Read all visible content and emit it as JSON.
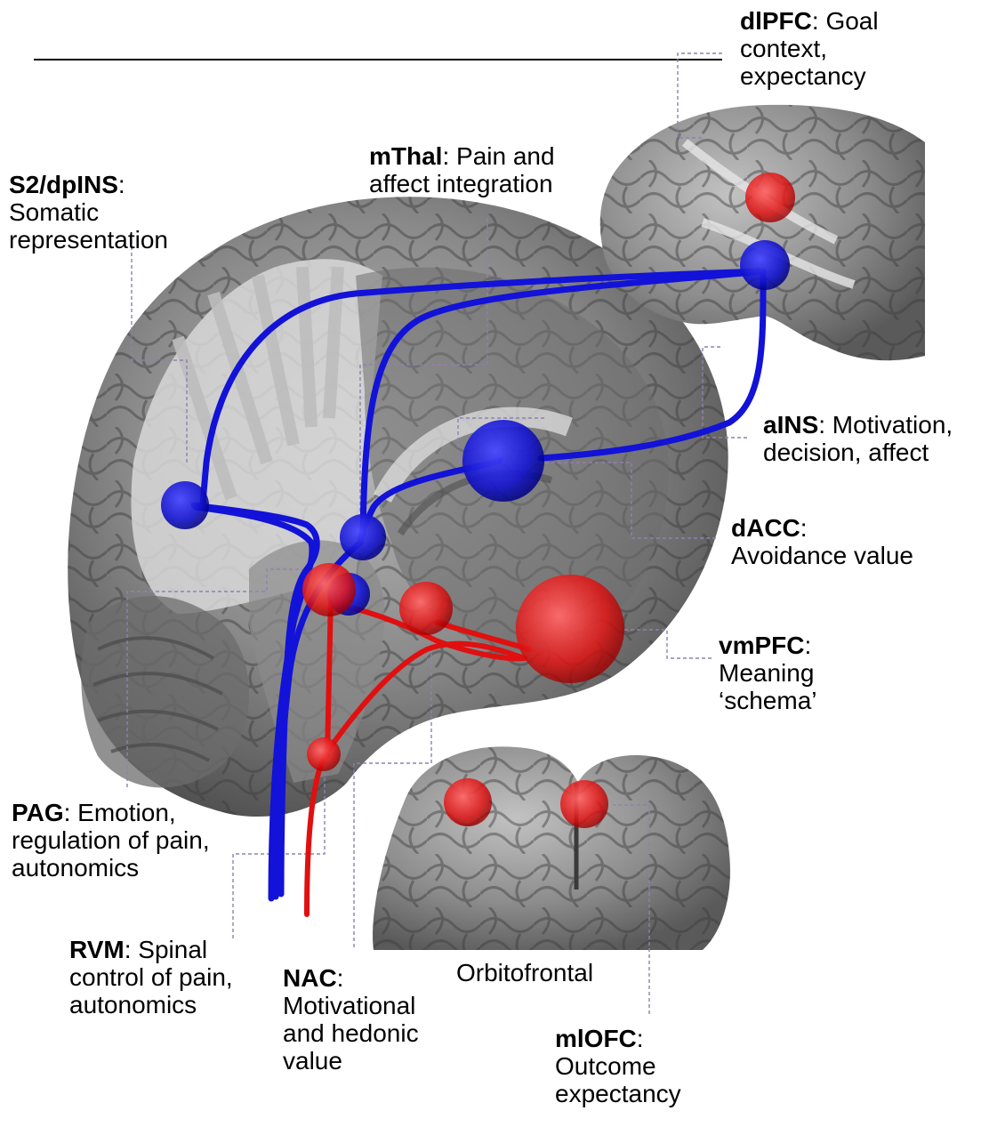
{
  "labels": {
    "dlpfc": {
      "name": "dlPFC",
      "lines": [
        ": Goal",
        "context,",
        "expectancy"
      ]
    },
    "mthal": {
      "name": "mThal",
      "lines": [
        ": Pain and",
        "affect integration"
      ]
    },
    "s2": {
      "name": "S2/dpINS",
      "lines": [
        ":",
        "Somatic",
        "representation"
      ]
    },
    "ains": {
      "name": "aINS",
      "lines": [
        ": Motivation,",
        "decision, affect"
      ]
    },
    "dacc": {
      "name": "dACC",
      "lines": [
        ":",
        "Avoidance value"
      ]
    },
    "vmpfc": {
      "name": "vmPFC",
      "lines": [
        ":",
        "Meaning",
        "‘schema’"
      ]
    },
    "pag": {
      "name": "PAG",
      "lines": [
        ": Emotion,",
        "regulation of pain,",
        "autonomics"
      ]
    },
    "rvm": {
      "name": "RVM",
      "lines": [
        ": Spinal",
        "control of pain,",
        "autonomics"
      ]
    },
    "nac": {
      "name": "NAC",
      "lines": [
        ":",
        "Motivational",
        "and hedonic",
        "value"
      ]
    },
    "mlofc": {
      "name": "mlOFC",
      "lines": [
        ":",
        "Outcome",
        "expectancy"
      ]
    }
  },
  "orbitofrontal_caption": "Orbitofrontal",
  "colors": {
    "blue": "#1212d8",
    "red": "#e01010",
    "leader": "#9080b0",
    "brain": "#7a7a7a"
  }
}
